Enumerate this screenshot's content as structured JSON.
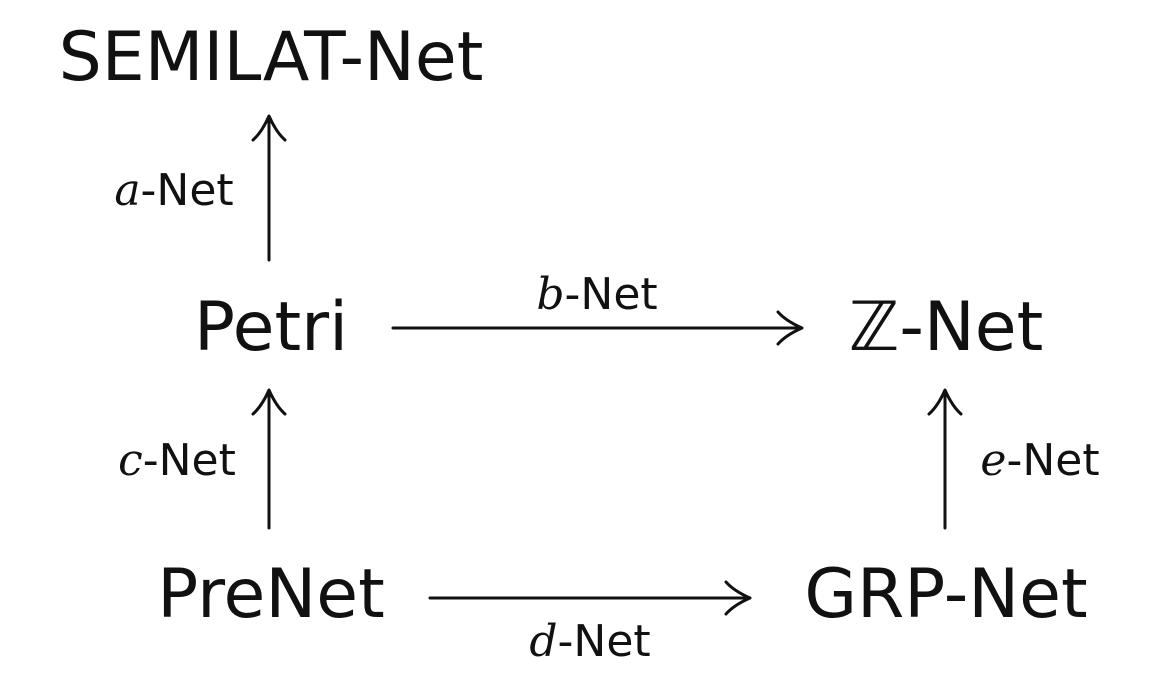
{
  "nodes": {
    "semilat": "SEMILAT-Net",
    "petri": "Petri",
    "znet_symbol": "ℤ",
    "znet_suffix": "-Net",
    "prenet": "PreNet",
    "grp": "GRP-Net"
  },
  "edges": {
    "a": {
      "var": "a",
      "suffix": "-Net"
    },
    "b": {
      "var": "b",
      "suffix": "-Net"
    },
    "c": {
      "var": "c",
      "suffix": "-Net"
    },
    "d": {
      "var": "d",
      "suffix": "-Net"
    },
    "e": {
      "var": "e",
      "suffix": "-Net"
    }
  },
  "colors": {
    "ink": "#111111",
    "background": "#ffffff"
  }
}
